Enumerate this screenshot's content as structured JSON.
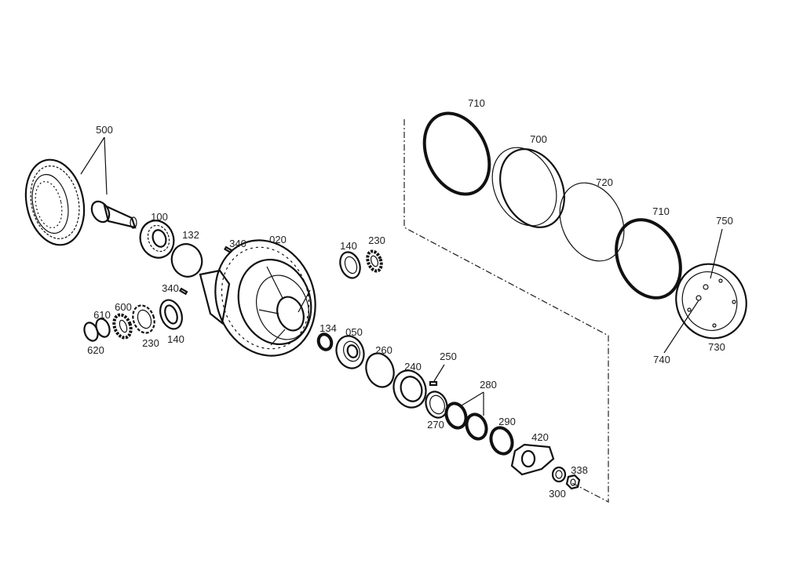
{
  "labels": {
    "l500": "500",
    "l100": "100",
    "l132": "132",
    "l340a": "340",
    "l020": "020",
    "l140a": "140",
    "l230a": "230",
    "l340b": "340",
    "l600": "600",
    "l610": "610",
    "l620": "620",
    "l230b": "230",
    "l140b": "140",
    "l134": "134",
    "l050": "050",
    "l260": "260",
    "l240": "240",
    "l250": "250",
    "l280": "280",
    "l270": "270",
    "l290": "290",
    "l420": "420",
    "l338": "338",
    "l300": "300",
    "l710a": "710",
    "l700": "700",
    "l720": "720",
    "l710b": "710",
    "l750": "750",
    "l740": "740",
    "l730": "730"
  }
}
